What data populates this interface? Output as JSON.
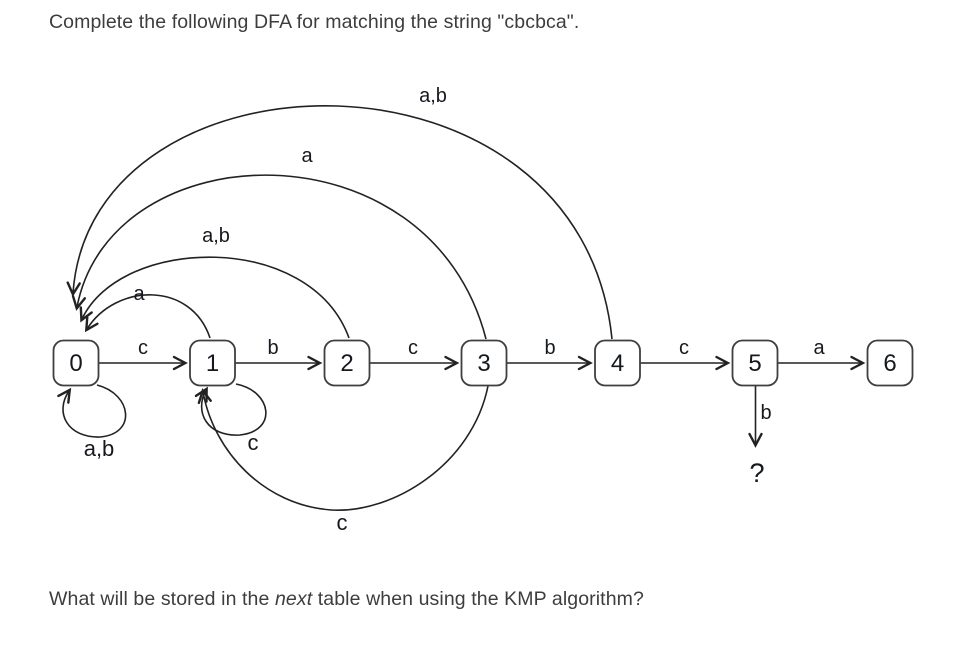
{
  "page": {
    "title": "Complete the following DFA for matching the string \"cbcbca\".",
    "question": {
      "prefix": "What will be stored in the ",
      "emphasis": "next",
      "suffix": " table when using the KMP algorithm?"
    }
  },
  "diagram": {
    "type": "dfa-state-diagram",
    "pattern": "cbcbca",
    "unknown_target_label": "?",
    "states": [
      {
        "id": 0,
        "label": "0"
      },
      {
        "id": 1,
        "label": "1"
      },
      {
        "id": 2,
        "label": "2"
      },
      {
        "id": 3,
        "label": "3"
      },
      {
        "id": 4,
        "label": "4"
      },
      {
        "id": 5,
        "label": "5"
      },
      {
        "id": 6,
        "label": "6"
      }
    ],
    "edges": [
      {
        "from": "0",
        "to": "1",
        "label": "c"
      },
      {
        "from": "1",
        "to": "2",
        "label": "b"
      },
      {
        "from": "2",
        "to": "3",
        "label": "c"
      },
      {
        "from": "3",
        "to": "4",
        "label": "b"
      },
      {
        "from": "4",
        "to": "5",
        "label": "c"
      },
      {
        "from": "5",
        "to": "6",
        "label": "a"
      },
      {
        "from": "1",
        "to": "0",
        "label": "a"
      },
      {
        "from": "2",
        "to": "0",
        "label": "a,b"
      },
      {
        "from": "3",
        "to": "0",
        "label": "a"
      },
      {
        "from": "4",
        "to": "0",
        "label": "a,b"
      },
      {
        "from": "0",
        "to": "0",
        "label": "a,b"
      },
      {
        "from": "1",
        "to": "1",
        "label": "c"
      },
      {
        "from": "3",
        "to": "1",
        "label": "c"
      },
      {
        "from": "5",
        "to": "?",
        "label": "b"
      }
    ]
  }
}
